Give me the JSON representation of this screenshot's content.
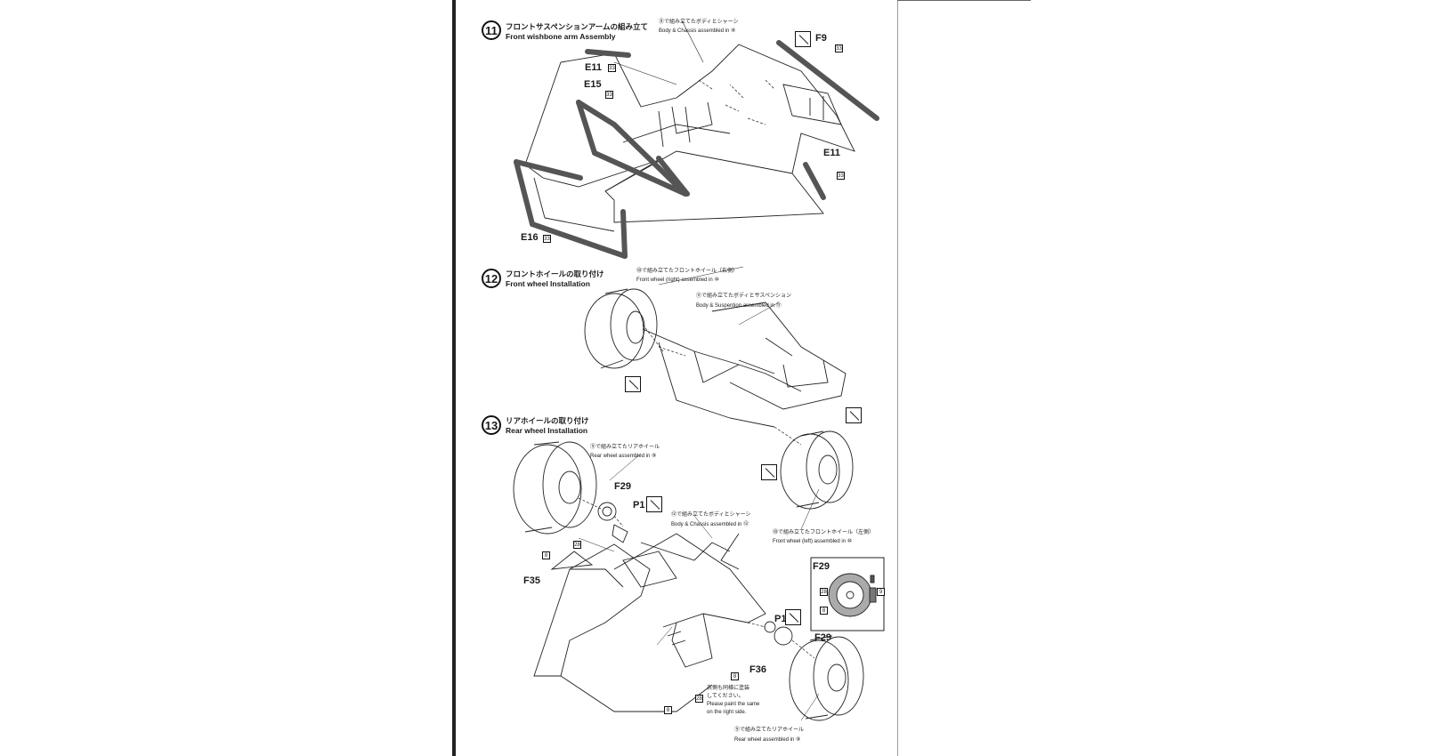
{
  "steps": [
    {
      "number": "11",
      "title_jp": "フロントサスペンションアームの組み立て",
      "title_en": "Front wishbone arm Assembly",
      "callout_jp": "⑧で組み立てたボディとシャーシ",
      "callout_en": "Body & Chassis assembled in ⑧",
      "parts": {
        "e11_top": "E11",
        "e15": "E15",
        "e11_right": "E11",
        "e16": "E16",
        "f9": "F9"
      },
      "paint": "33"
    },
    {
      "number": "12",
      "title_jp": "フロントホイールの取り付け",
      "title_en": "Front wheel Installation",
      "callout1_jp": "⑩で組み立てたフロントホイール（右側）",
      "callout1_en": "Front wheel (right) assembled in ⑩",
      "callout2_jp": "⑪で組み立てたボディとサスペンション",
      "callout2_en": "Body & Suspention assembled in ⑪",
      "callout3_jp": "⑩で組み立てたフロントホイール（左側）",
      "callout3_en": "Front wheel (left) assembled in ⑩"
    },
    {
      "number": "13",
      "title_jp": "リアホイールの取り付け",
      "title_en": "Rear wheel Installation",
      "callout1_jp": "⑨で組み立てたリアホイール",
      "callout1_en": "Rear wheel assembled in ⑨",
      "callout2_jp": "⑫で組み立てたボディとシャーシ",
      "callout2_en": "Body & Chassis assembled in ⑫",
      "callout3_jp": "⑨で組み立てたリアホイール",
      "callout3_en": "Rear wheel assembled in ⑨",
      "parts": {
        "f29a": "F29",
        "p1a": "P1",
        "f35": "F35",
        "p1b": "P1",
        "f29b": "F29",
        "f36": "F36",
        "f29_detail": "F29"
      },
      "paint_codes": {
        "c8": "8",
        "c28": "28",
        "c9": "9"
      },
      "note_jp_line1": "右側も同様に塗装",
      "note_jp_line2": "してください。",
      "note_en_line1": "Please paint the same",
      "note_en_line2": "on the right side."
    }
  ]
}
